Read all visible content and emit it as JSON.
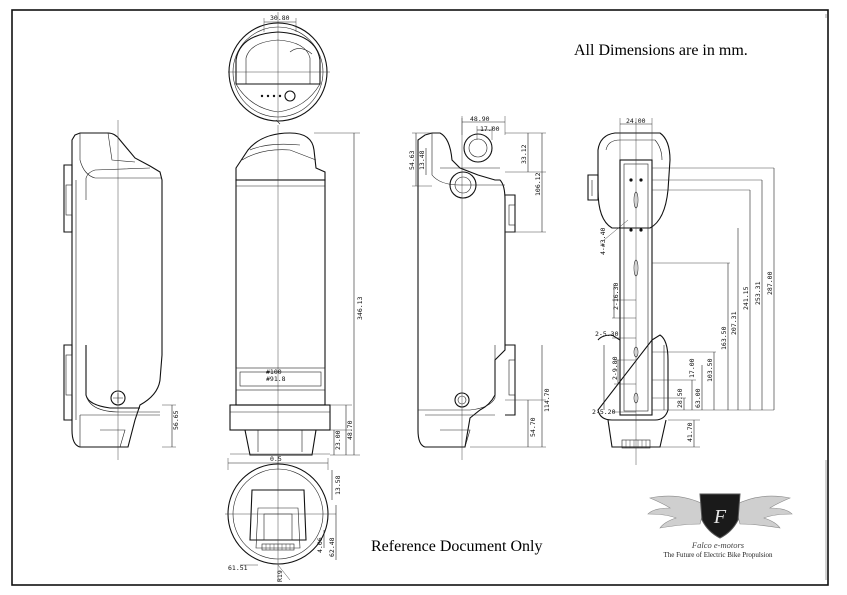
{
  "notes": {
    "units": "All Dimensions are in mm.",
    "reference": "Reference Document Only"
  },
  "brand": {
    "monogram": "F",
    "name": "Falco e-motors",
    "tagline": "The Future of Electric Bike Propulsion"
  },
  "dimensions": {
    "top_width": "30.80",
    "side_overall_height": "346.13",
    "diam_outer": "#100",
    "diam_inner": "#91.8",
    "side_lower_1": "23.00",
    "side_lower_2": "48.70",
    "left_lower": "56.65",
    "bottom_offset": "0.5",
    "bottom_1": "13.58",
    "bottom_2": "4.06",
    "bottom_3": "62.48",
    "bottom_4": "61.51",
    "bottom_5": "R19",
    "back_top_1": "48.90",
    "back_top_2": "17.00",
    "back_left_1": "54.63",
    "back_left_2": "13.48",
    "back_right_1": "33.12",
    "back_right_2": "106.12",
    "back_lower_1": "54.70",
    "back_lower_2": "114.70",
    "rail_top": "24.00",
    "rail_holes": "4-#3.40",
    "rail_slot_1": "2-16.30",
    "rail_slot_2": "2-5.30",
    "rail_slot_3": "2-9.80",
    "rail_slot_4": "2-5.20",
    "rail_17": "17.00",
    "rail_28": "28.50",
    "rail_63": "63.00",
    "rail_103": "103.50",
    "rail_163": "163.50",
    "rail_207": "207.31",
    "rail_241": "241.15",
    "rail_253": "253.31",
    "rail_287": "287.00",
    "rail_bottom": "41.70"
  }
}
